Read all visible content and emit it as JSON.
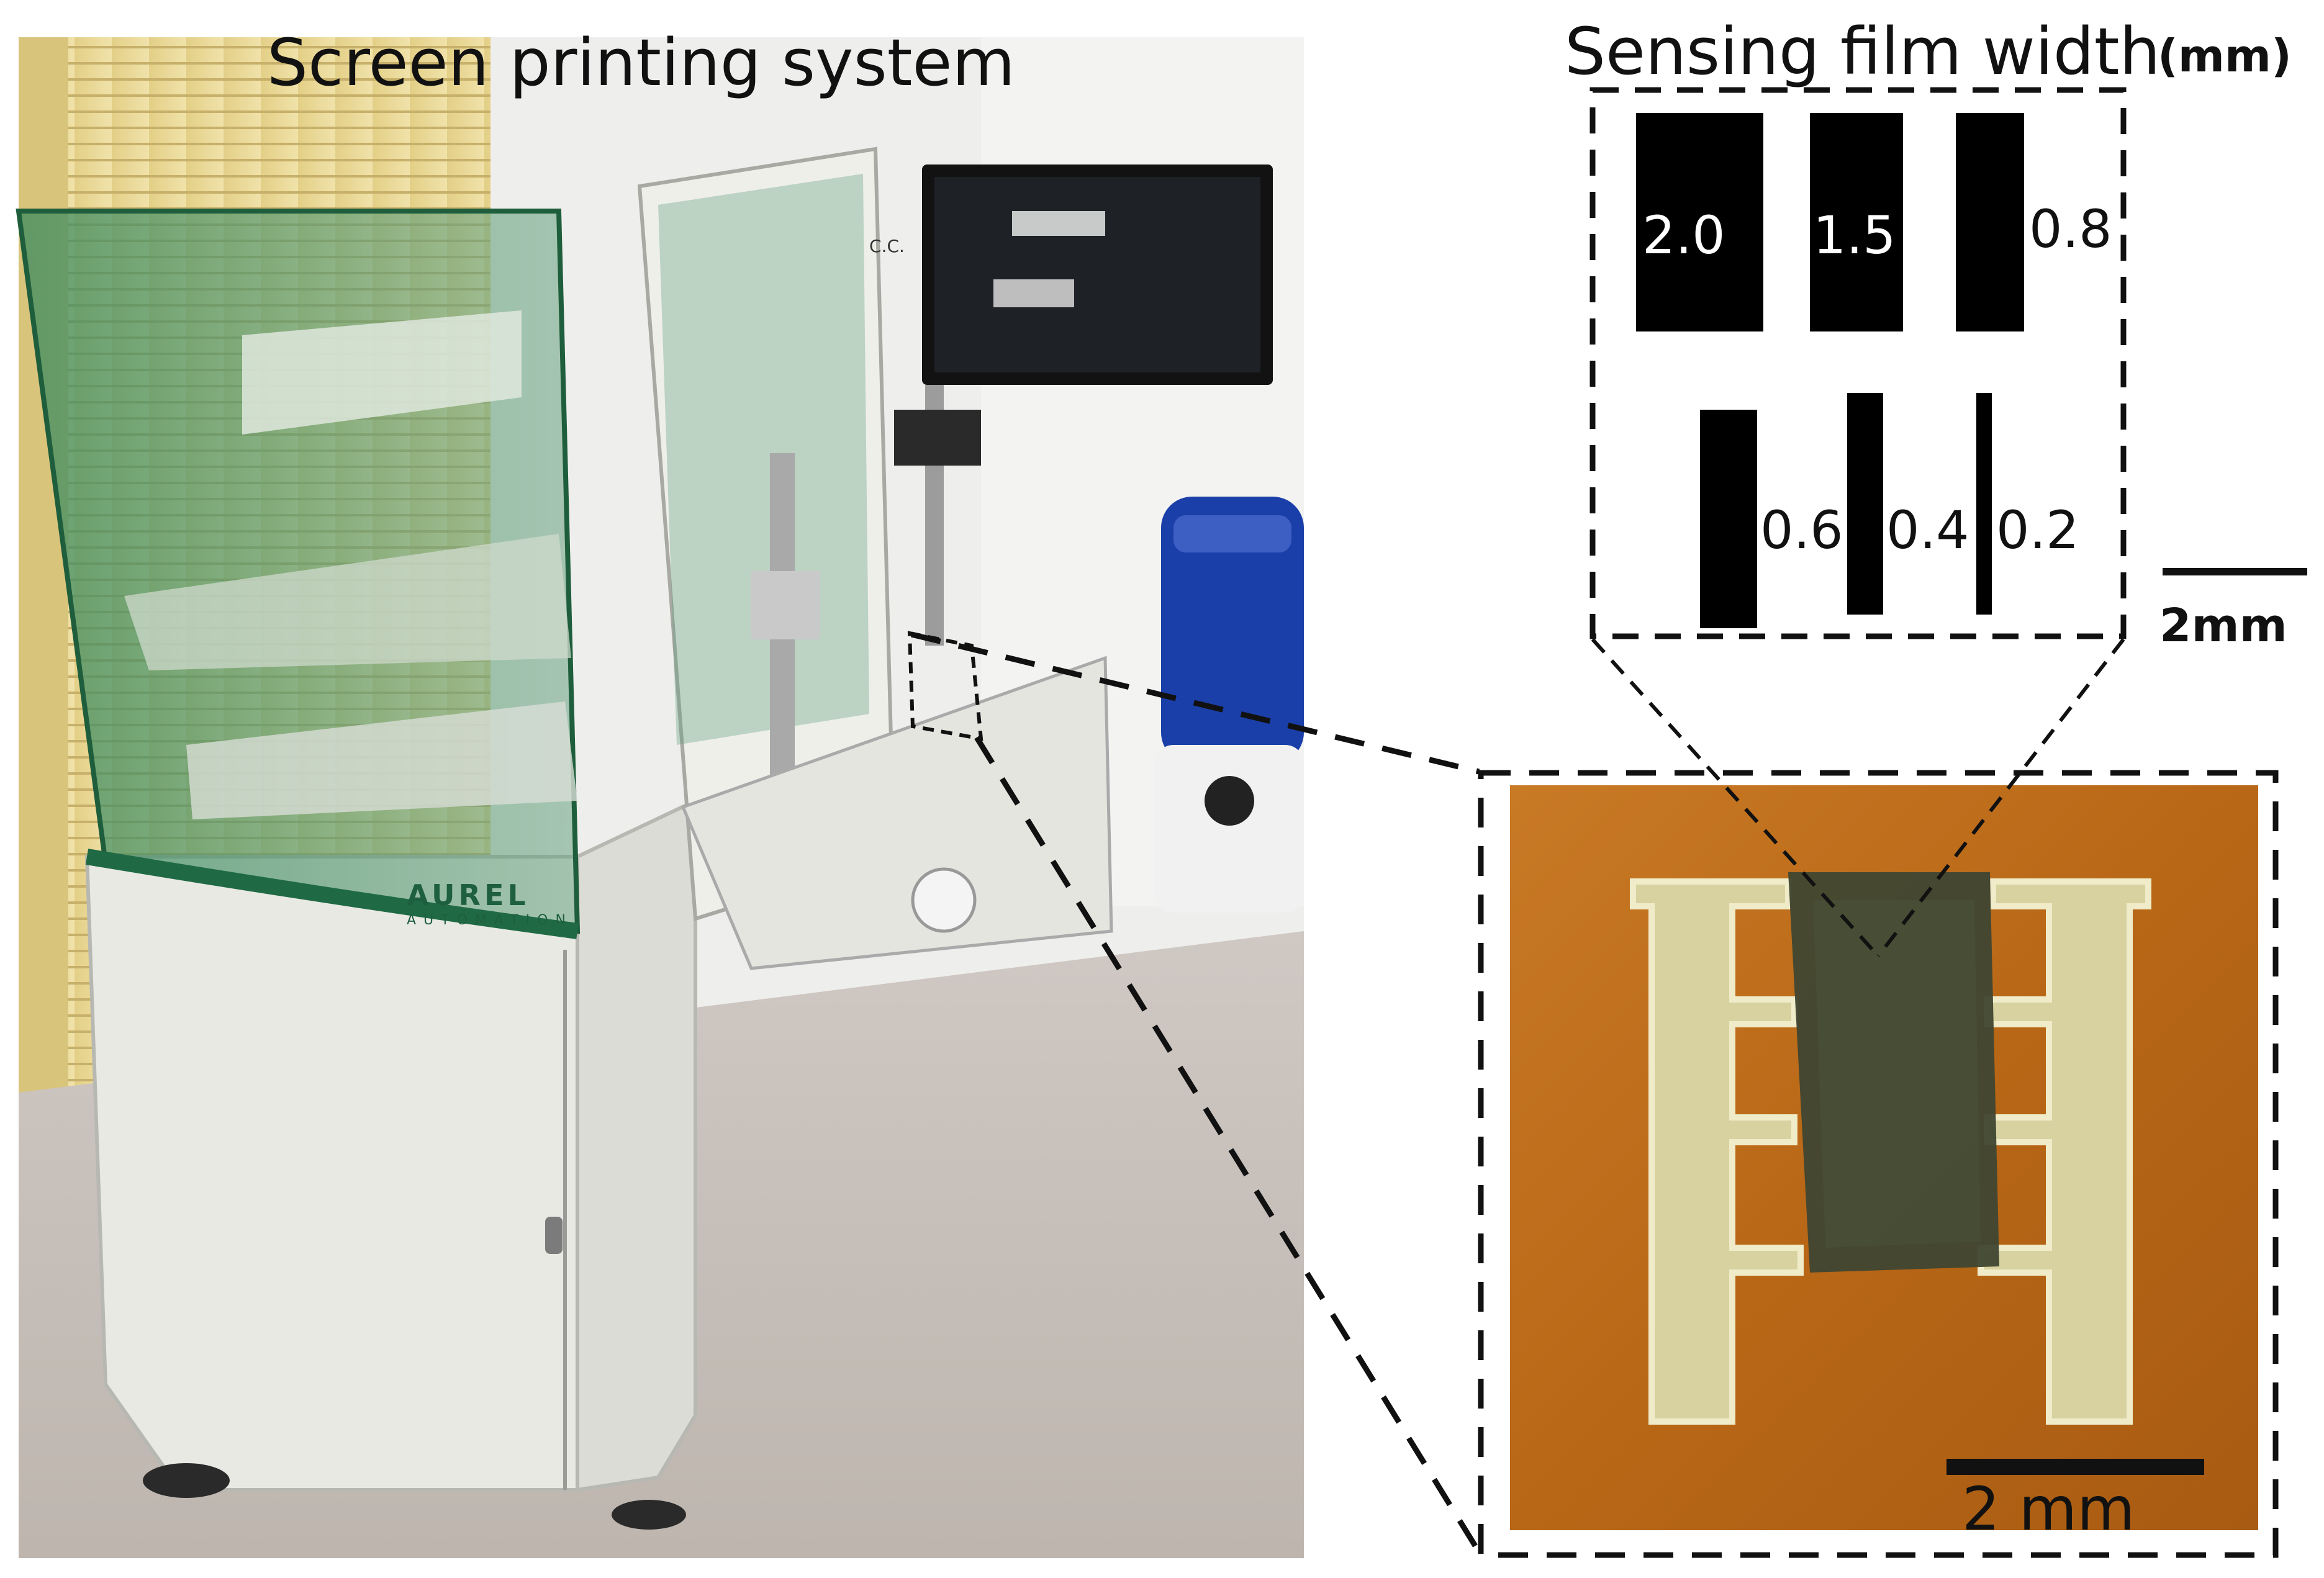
{
  "figure": {
    "photo_title": "Screen printing system",
    "sensing_title": "Sensing film width",
    "sensing_unit": "(mm)",
    "widths_top": [
      "2.0",
      "1.5",
      "0.8"
    ],
    "widths_bottom": [
      "0.6",
      "0.4",
      "0.2"
    ],
    "scale_bar_top": "2mm",
    "scale_bar_photo": "2 mm",
    "machine_brand": "AUREL",
    "machine_sub": "AUTOMATION",
    "monitor_brand": "C.C."
  },
  "colors": {
    "substrate": "#b96a1a",
    "electrode": "#d8d2a0",
    "sensing_film": "#3f4632",
    "machine_body": "#e9e9e4",
    "glass_tint": "#2f7a54",
    "compressor_blue": "#1b3fa8"
  },
  "icons": [
    "dashed-callout-box",
    "scale-bar"
  ]
}
